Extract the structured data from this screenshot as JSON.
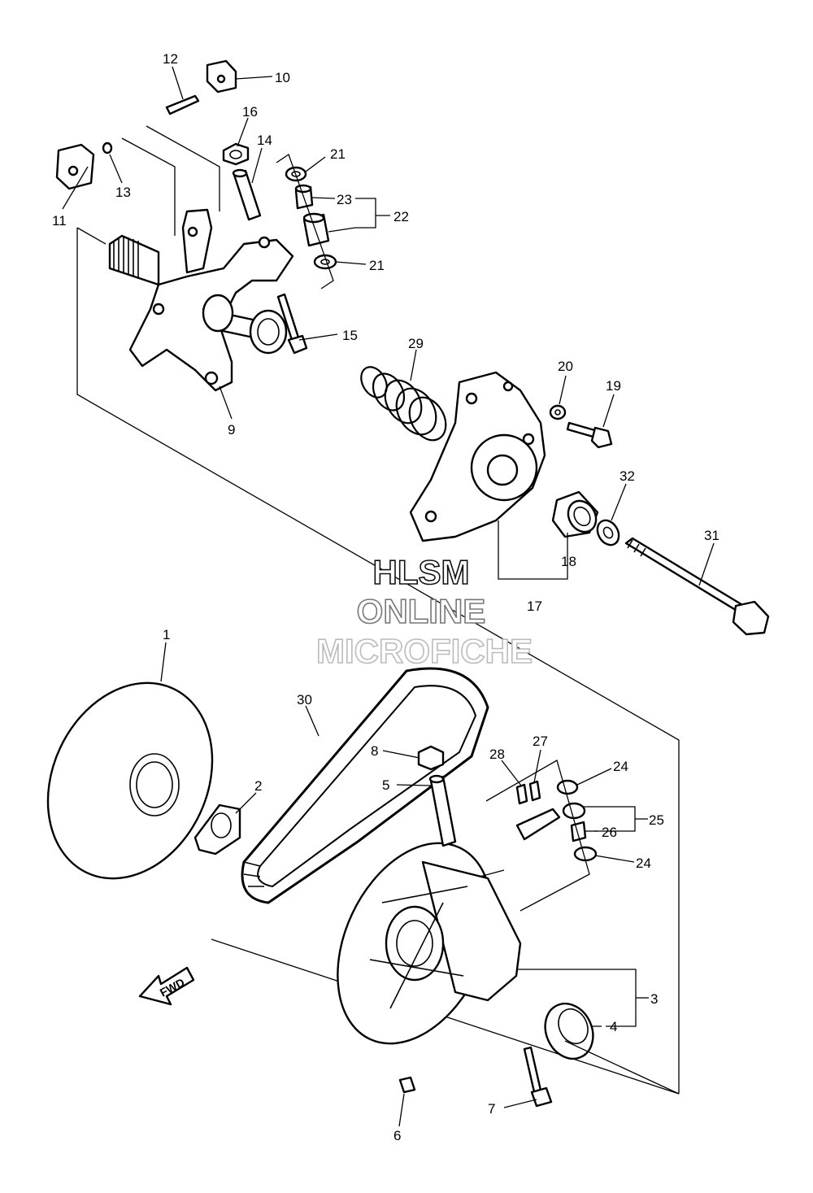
{
  "watermark": {
    "line1": "HLSM",
    "line2": "ONLINE",
    "line3": "MICROFICHE"
  },
  "direction_arrow": {
    "text": "FWD"
  },
  "callouts": [
    "1",
    "2",
    "3",
    "4",
    "5",
    "6",
    "7",
    "8",
    "9",
    "10",
    "11",
    "12",
    "13",
    "14",
    "15",
    "16",
    "17",
    "18",
    "19",
    "20",
    "21",
    "21",
    "22",
    "23",
    "24",
    "24",
    "25",
    "26",
    "27",
    "28",
    "29",
    "30",
    "31",
    "32"
  ]
}
